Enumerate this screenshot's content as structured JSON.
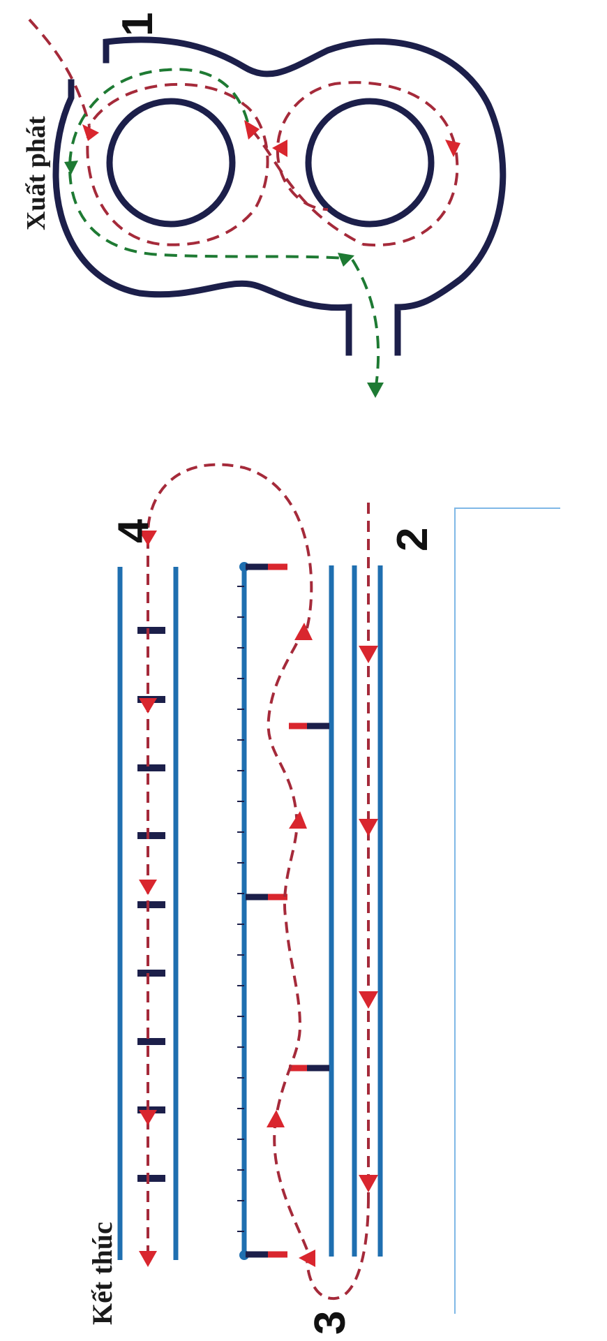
{
  "labels": {
    "start": "Xuất phát",
    "end": "Kết thúc",
    "section_1": "1",
    "section_2": "2",
    "section_3": "3",
    "section_4": "4"
  },
  "colors": {
    "track_outline": "#1c1f4a",
    "lane_line": "#1f6fb0",
    "path_red": "#a52a3a",
    "arrow_red": "#d9262e",
    "path_green": "#1e7a33",
    "marker_navy": "#1c1f4a",
    "marker_red": "#d9262e",
    "frame_line": "#7fb8e6"
  },
  "icons": {
    "arrow_head": "triangle-arrowhead-icon",
    "marker": "cone-marker-icon"
  }
}
